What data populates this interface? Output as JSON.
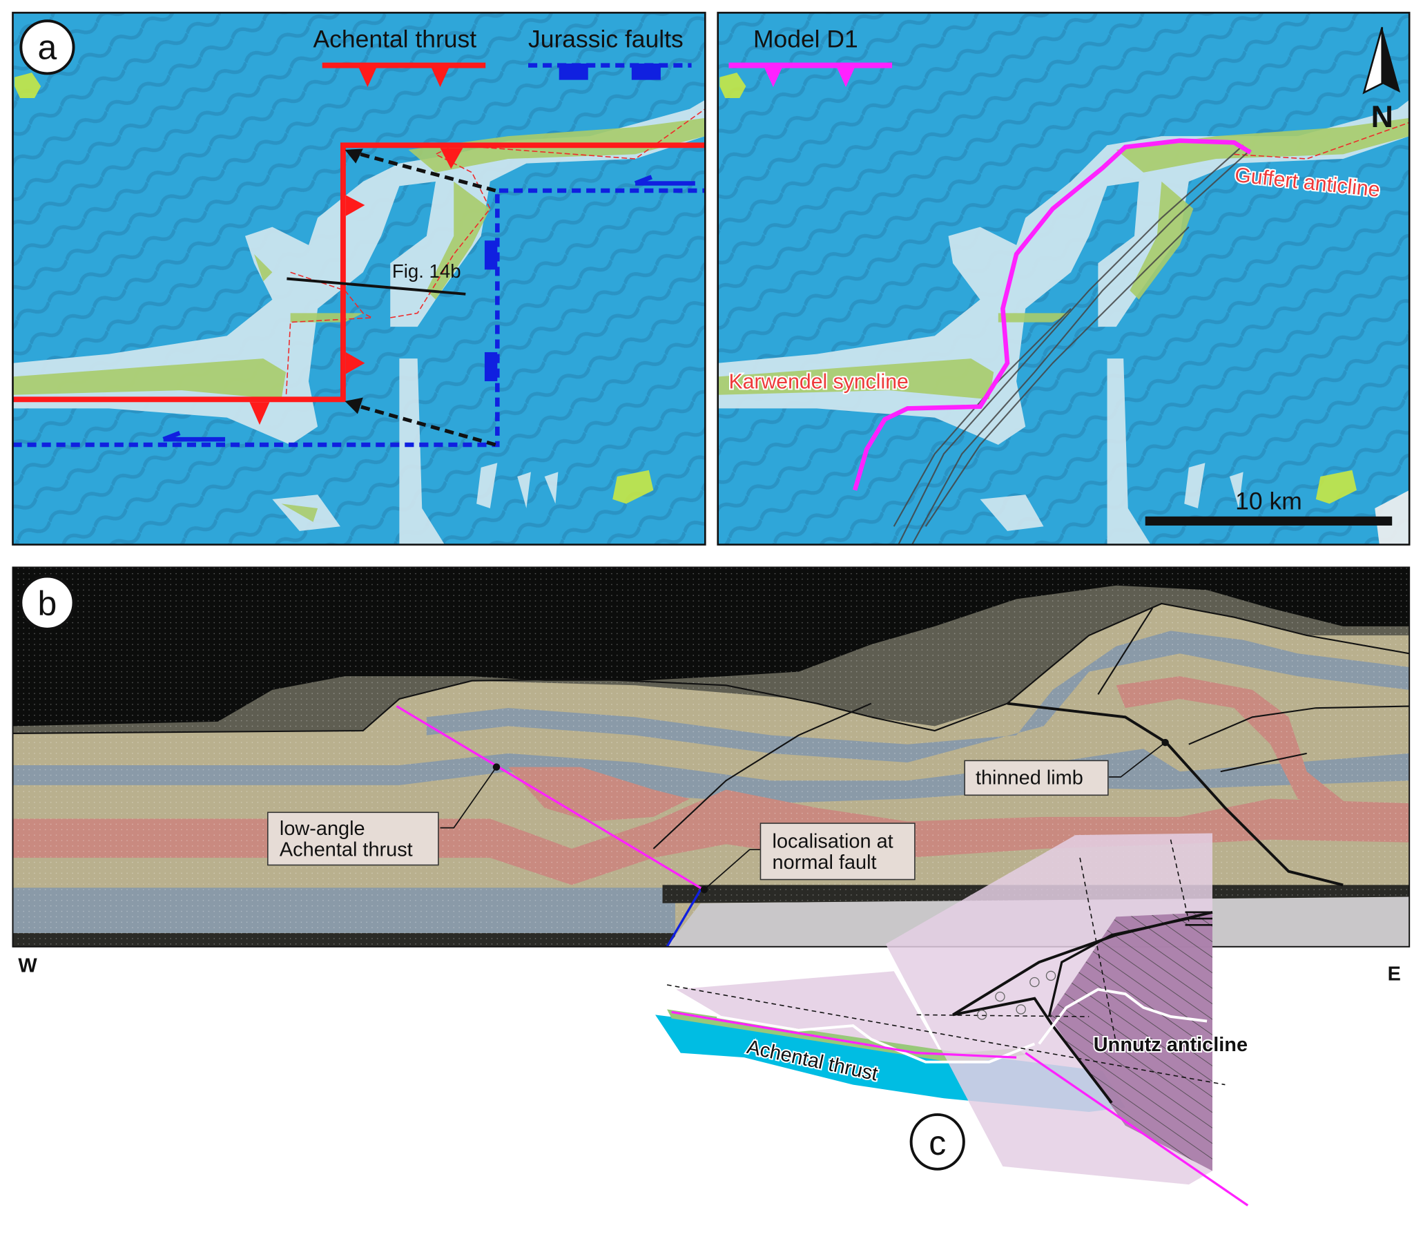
{
  "panel_labels": {
    "a": "a",
    "b": "b",
    "c": "c"
  },
  "panel_a": {
    "legend": {
      "achental_thrust": "Achental thrust",
      "jurassic_faults": "Jurassic faults"
    },
    "section_line_label": "Fig. 14b"
  },
  "panel_a_right": {
    "legend": {
      "model": "Model D1"
    },
    "north_label": "N",
    "scale_label": "10 km",
    "guffert_label": "Guffert anticline",
    "karwendel_label": "Karwendel syncline"
  },
  "panel_b": {
    "callouts": {
      "low_angle": [
        "low-angle",
        "Achental thrust"
      ],
      "localisation": [
        "localisation at",
        "normal fault"
      ],
      "thinned": "thinned limb"
    },
    "west": "W",
    "east": "E"
  },
  "panel_c": {
    "achental": "Achental thrust",
    "unnutz": "Unnutz anticline"
  },
  "colors": {
    "map_blue": "#2fa6d9",
    "outcrop_light": "#cfe6ef",
    "outcrop_green": "#a9cc6a",
    "achental_red": "#ff1a1a",
    "jurassic_blue": "#1020e0",
    "model_magenta": "#ff22ff",
    "sand_tan": "#b9b08e",
    "sand_blue": "#8a9aa8",
    "sand_red": "#c98a80",
    "block_purple": "#e4cfe4",
    "block_cyan": "#00bde3"
  }
}
